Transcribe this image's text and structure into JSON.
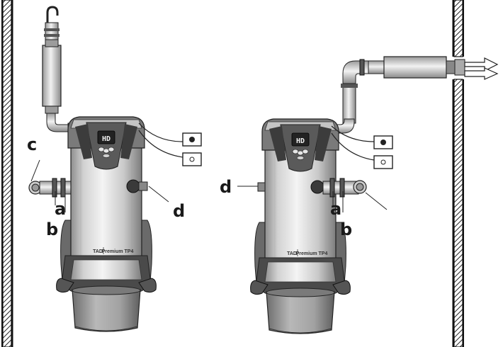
{
  "diagram": {
    "left_unit": {
      "display_text": "HD",
      "brand_logo_text": "TAD",
      "model_text": "Premium TP4",
      "labels": {
        "c": "c",
        "a": "a",
        "b": "b",
        "d": "d"
      }
    },
    "right_unit": {
      "display_text": "HD",
      "brand_logo_text": "TAD",
      "model_text": "Premium TP4",
      "labels": {
        "d": "d",
        "a": "a",
        "b": "b"
      }
    }
  }
}
